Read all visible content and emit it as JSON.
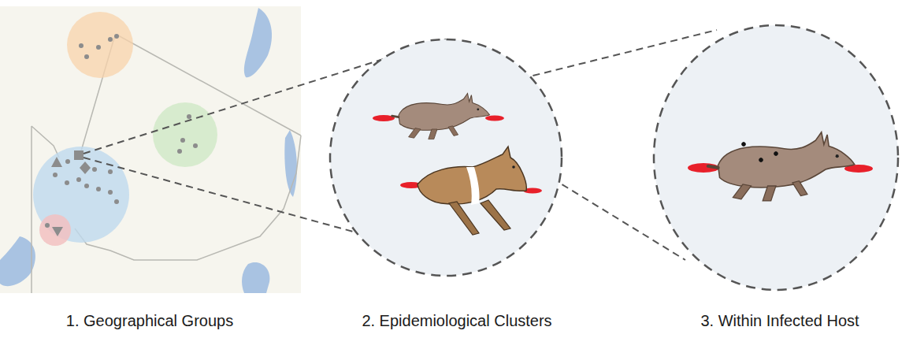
{
  "diagram": {
    "labels": [
      "1. Geographical Groups",
      "2. Epidemiological Clusters",
      "3. Within Infected Host"
    ]
  }
}
